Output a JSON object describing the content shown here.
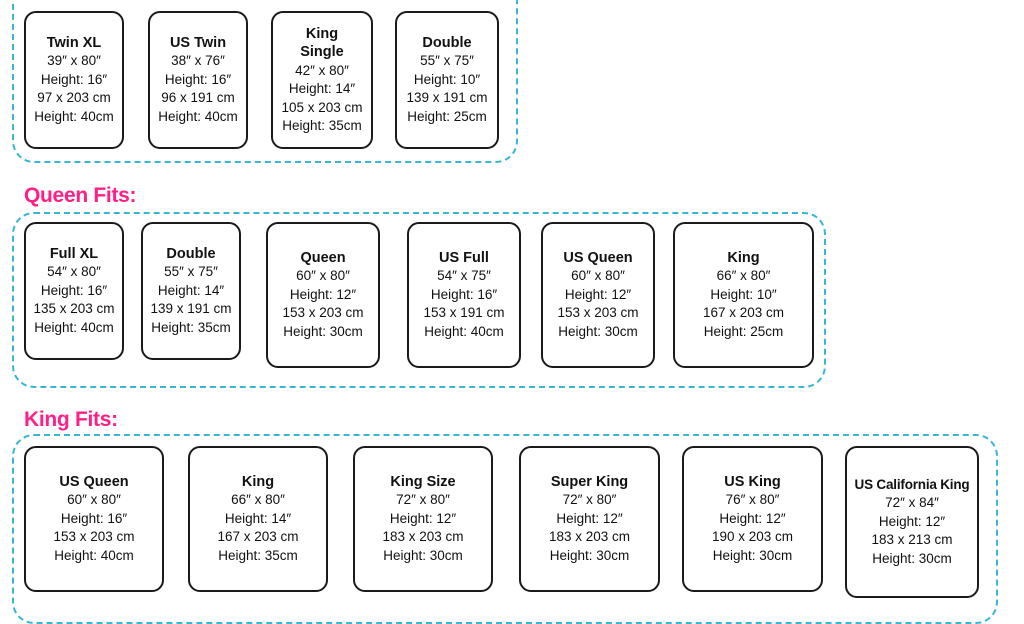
{
  "accent_color": "#ff1f86",
  "border_color": "#37b6d8",
  "sections": [
    {
      "id": "top",
      "heading": "",
      "cards": [
        {
          "name": "Twin XL",
          "lines": [
            "39″ x 80″",
            "Height: 16″",
            "97 x 203 cm",
            "Height: 40cm"
          ]
        },
        {
          "name": "US Twin",
          "lines": [
            "38″ x 76″",
            "Height: 16″",
            "96 x 191 cm",
            "Height: 40cm"
          ]
        },
        {
          "name": "King Single",
          "lines": [
            "42″ x 80″",
            "Height: 14″",
            "105 x 203 cm",
            "Height: 35cm"
          ]
        },
        {
          "name": "Double",
          "lines": [
            "55″ x 75″",
            "Height: 10″",
            "139 x 191 cm",
            "Height: 25cm"
          ]
        }
      ]
    },
    {
      "id": "queen",
      "heading": "Queen Fits:",
      "cards": [
        {
          "name": "Full XL",
          "lines": [
            "54″ x 80″",
            "Height: 16″",
            "135 x 203 cm",
            "Height: 40cm"
          ]
        },
        {
          "name": "Double",
          "lines": [
            "55″ x 75″",
            "Height: 14″",
            "139 x 191 cm",
            "Height: 35cm"
          ]
        },
        {
          "name": "Queen",
          "lines": [
            "60″ x 80″",
            "Height: 12″",
            "153 x 203 cm",
            "Height: 30cm"
          ]
        },
        {
          "name": "US Full",
          "lines": [
            "54″ x 75″",
            "Height: 16″",
            "153 x 191 cm",
            "Height: 40cm"
          ]
        },
        {
          "name": "US Queen",
          "lines": [
            "60″ x 80″",
            "Height: 12″",
            "153 x 203 cm",
            "Height: 30cm"
          ]
        },
        {
          "name": "King",
          "lines": [
            "66″ x 80″",
            "Height: 10″",
            "167 x 203 cm",
            "Height: 25cm"
          ]
        }
      ]
    },
    {
      "id": "king",
      "heading": "King Fits:",
      "cards": [
        {
          "name": "US Queen",
          "lines": [
            "60″ x 80″",
            "Height: 16″",
            "153 x 203 cm",
            "Height: 40cm"
          ]
        },
        {
          "name": "King",
          "lines": [
            "66″ x 80″",
            "Height: 14″",
            "167 x 203 cm",
            "Height: 35cm"
          ]
        },
        {
          "name": "King Size",
          "lines": [
            "72″ x 80″",
            "Height: 12″",
            "183 x 203 cm",
            "Height: 30cm"
          ]
        },
        {
          "name": "Super King",
          "lines": [
            "72″ x 80″",
            "Height: 12″",
            "183 x 203 cm",
            "Height: 30cm"
          ]
        },
        {
          "name": "US King",
          "lines": [
            "76″ x 80″",
            "Height: 12″",
            "190 x 203 cm",
            "Height: 30cm"
          ]
        },
        {
          "name": "US California King",
          "lines": [
            "72″ x 84″",
            "Height: 12″",
            "183 x 213 cm",
            "Height: 30cm"
          ]
        }
      ]
    }
  ]
}
